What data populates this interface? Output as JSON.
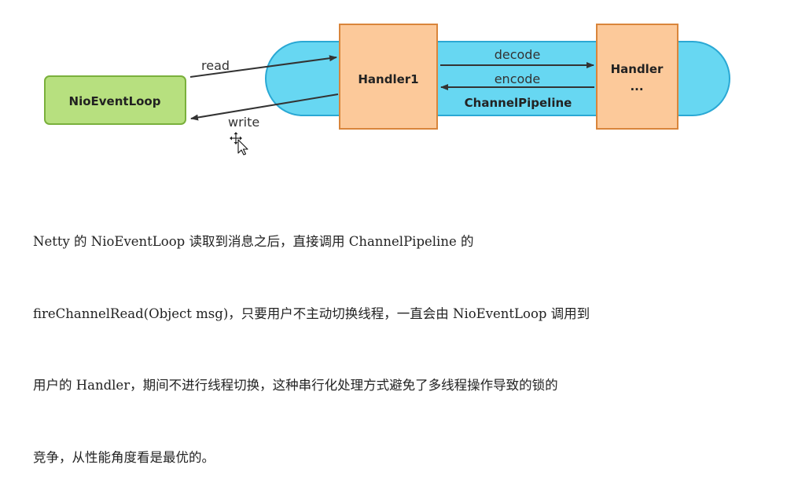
{
  "diagram": {
    "nodes": {
      "event_loop": "NioEventLoop",
      "handler1": "Handler1",
      "handler_n_line1": "Handler",
      "handler_n_line2": "...",
      "pipeline": "ChannelPipeline"
    },
    "edges": {
      "read": "read",
      "write": "write",
      "decode": "decode",
      "encode": "encode"
    },
    "colors": {
      "event_loop_fill": "#b7e07f",
      "event_loop_stroke": "#7ab03c",
      "handler_fill": "#fcc99a",
      "handler_stroke": "#d9853b",
      "pipeline_fill": "#67d7f2",
      "pipeline_stroke": "#2aa8d4",
      "arrow": "#333333"
    }
  },
  "description": {
    "lines": [
      "Netty 的 NioEventLoop 读取到消息之后，直接调用 ChannelPipeline 的",
      "fireChannelRead(Object msg)，只要用户不主动切换线程，一直会由 NioEventLoop 调用到",
      "用户的 Handler，期间不进行线程切换，这种串行化处理方式避免了多线程操作导致的锁的",
      "竞争，从性能角度看是最优的。"
    ]
  }
}
